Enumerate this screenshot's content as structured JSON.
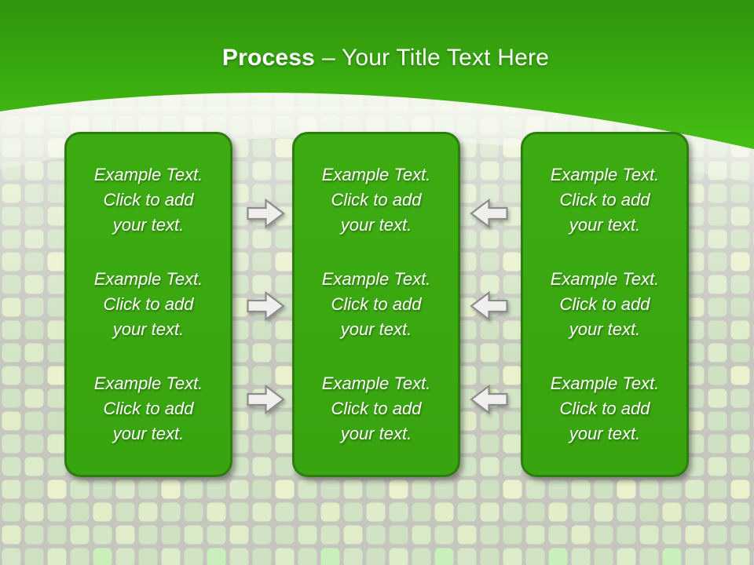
{
  "title": {
    "bold_text": "Process",
    "rest_text": "– Your Title Text Here"
  },
  "panels": [
    {
      "id": "left",
      "paragraphs": [
        {
          "lines": [
            "Example Text.",
            "Click  to add",
            "your text."
          ]
        },
        {
          "lines": [
            "Example Text.",
            "Click  to add",
            "your text."
          ]
        },
        {
          "lines": [
            "Example Text.",
            "Click  to add",
            "your text."
          ]
        }
      ]
    },
    {
      "id": "middle",
      "paragraphs": [
        {
          "lines": [
            "Example Text.",
            "Click  to add",
            "your text."
          ]
        },
        {
          "lines": [
            "Example Text.",
            "Click  to add",
            "your text."
          ]
        },
        {
          "lines": [
            "Example Text.",
            "Click  to add",
            "your text."
          ]
        }
      ]
    },
    {
      "id": "right",
      "paragraphs": [
        {
          "lines": [
            "Example Text.",
            "Click  to add",
            "your text."
          ]
        },
        {
          "lines": [
            "Example Text.",
            "Click  to add",
            "your text."
          ]
        },
        {
          "lines": [
            "Example Text.",
            "Click  to add",
            "your text."
          ]
        }
      ]
    }
  ],
  "icons": {
    "left_gap": "block-arrow-right",
    "right_gap": "block-arrow-left"
  },
  "colors": {
    "header_gradient_top": "#2e950c",
    "header_gradient_bottom": "#45bf13",
    "panel_fill": "#3aa80f",
    "panel_border": "#2d7c10",
    "arrow_fill": "#f0efee",
    "arrow_border": "#8c8c8c",
    "tile_gap": "#c5c7be",
    "text": "#ffffff"
  }
}
